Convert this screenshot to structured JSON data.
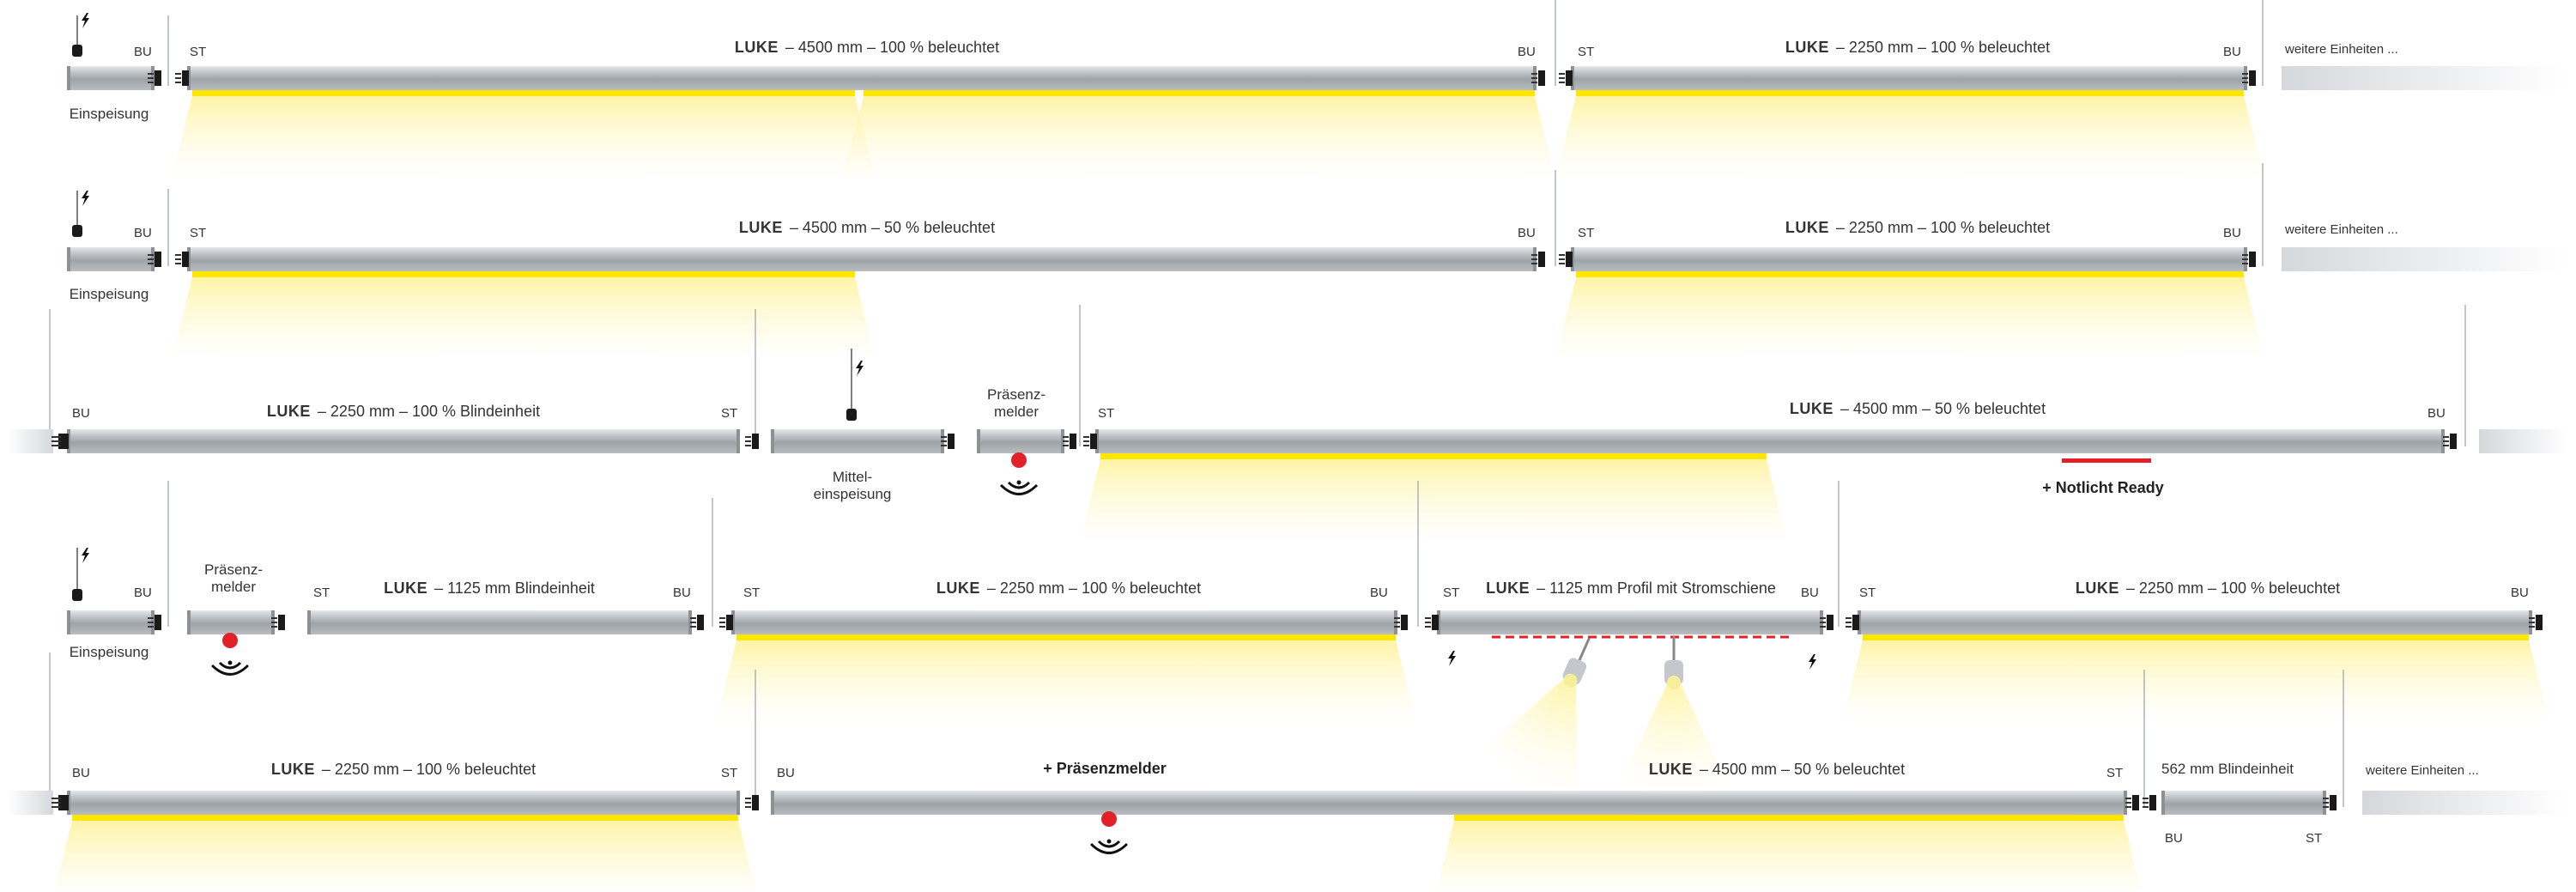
{
  "brand": "LUKE",
  "colors": {
    "light": "#ffe600",
    "glow": "#fff6b0",
    "sensor": "#e3202a",
    "emergency": "#e3202a",
    "profile": "#c9ccd0"
  },
  "icons": {
    "feed": "lightning-bolt-icon",
    "sensor": "motion-sensor-icon",
    "spot": "spotlight-icon"
  },
  "labels": {
    "st": "ST",
    "bu": "BU",
    "einspeisung": "Einspeisung",
    "mitteleinspeisung_l1": "Mittel-",
    "mitteleinspeisung_l2": "einspeisung",
    "praesenzmelder_l1": "Präsenz-",
    "praesenzmelder_l2": "melder",
    "weitere": "weitere Einheiten ...",
    "notlicht": "+  Notlicht Ready",
    "praesenz_plus": "+  Präsenzmelder"
  },
  "titles": {
    "r1a": "– 4500 mm – 100 % beleuchtet",
    "r1b": "– 2250 mm – 100 % beleuchtet",
    "r2a": "– 4500 mm – 50 % beleuchtet",
    "r2b": "– 2250 mm – 100 % beleuchtet",
    "r3a": "– 2250 mm – 100 % Blindeinheit",
    "r3b": "– 4500 mm – 50 % beleuchtet",
    "r4a": "– 1125 mm Blindeinheit",
    "r4b": "– 2250 mm – 100 % beleuchtet",
    "r4c": "– 1125 mm Profil mit Stromschiene",
    "r4d": "– 2250 mm – 100 % beleuchtet",
    "r5a": "– 2250 mm – 100 % beleuchtet",
    "r5b": "– 4500 mm – 50 % beleuchtet",
    "r5c": "562 mm Blindeinheit"
  }
}
